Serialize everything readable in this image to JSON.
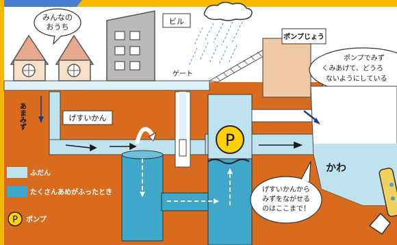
{
  "labels": {
    "houses": [
      "みんなの",
      "おうち"
    ],
    "building": "ビル",
    "gate": "ゲート",
    "pump_station": "ポンプじょう",
    "pump_bubble": [
      "ポンプでみず",
      "くみあげて、どうろ",
      "ないようにしている"
    ],
    "rainwater": "あまみず",
    "sewer_pipe": "げすいかん",
    "river": "かわ",
    "pump_symbol": "P",
    "limit_bubble": [
      "げすいかんから",
      "みずをながせる",
      "のはここまで！"
    ]
  },
  "legend": {
    "items": [
      {
        "label": "ふだん",
        "color": "#bfe3ee"
      },
      {
        "label": "たくさんあめがふったとき",
        "color": "#3fa7c9"
      },
      {
        "label": "ポンプ",
        "symbol": "P",
        "color": "#ffd000"
      }
    ]
  },
  "colors": {
    "ground": "#d86b1d",
    "normal_water": "#bfe3ee",
    "heavy_rain_water": "#3fa7c9",
    "pump_yellow": "#ffd000",
    "frame_yellow": "#f6b800"
  }
}
